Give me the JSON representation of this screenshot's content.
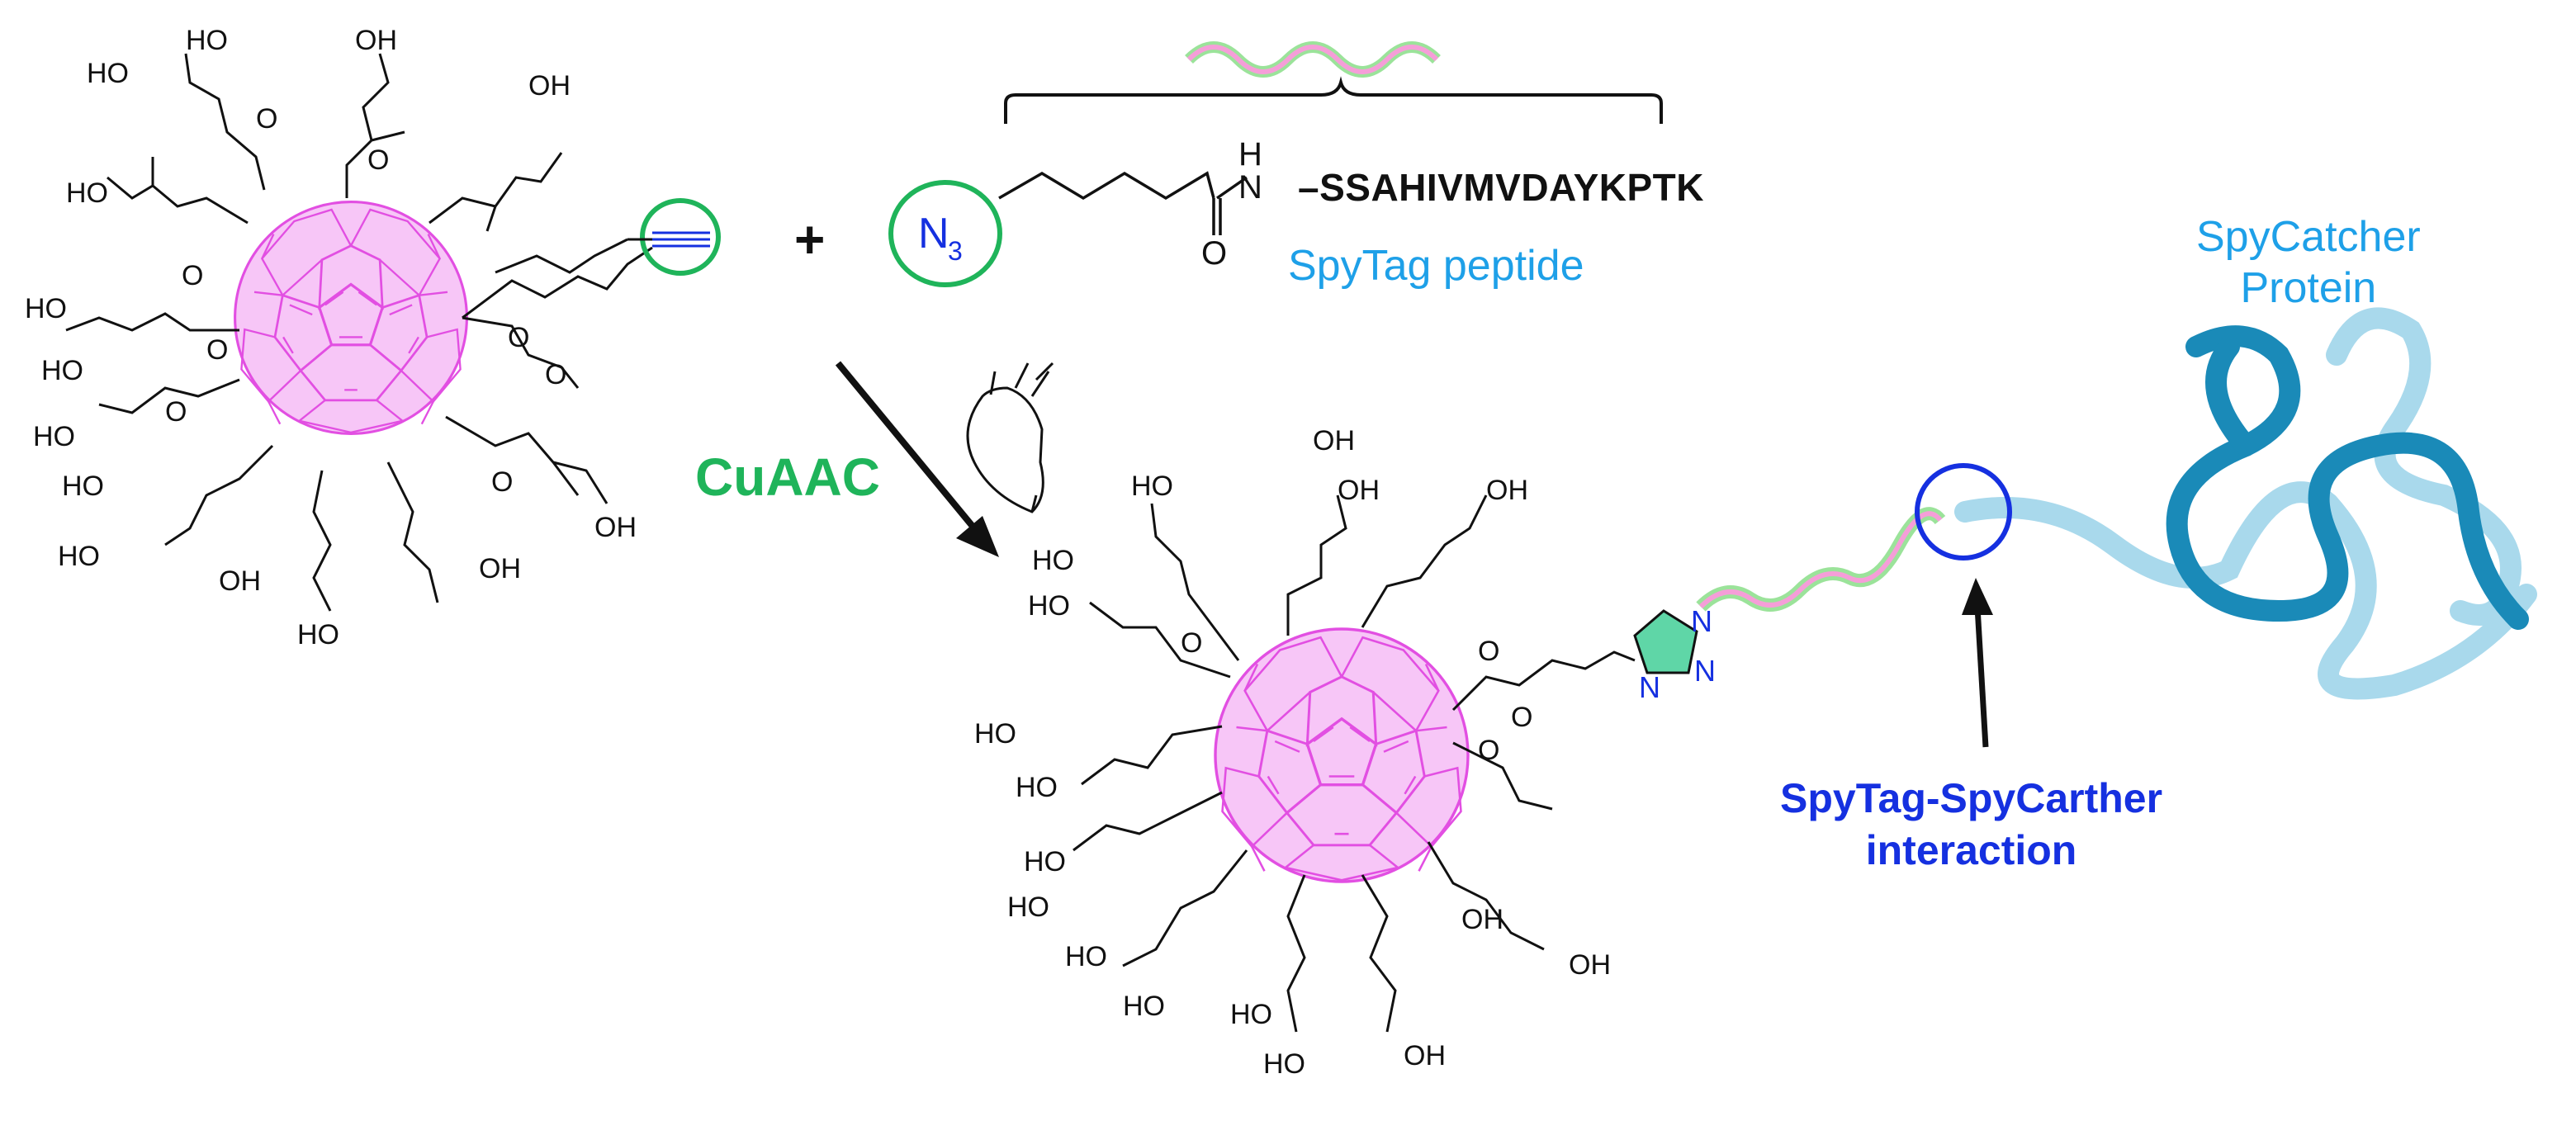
{
  "labels": {
    "plus": "+",
    "azide_N": "N",
    "azide_sub": "3",
    "amide_H": "H",
    "amide_N": "N",
    "amide_O": "O",
    "peptide_sequence": "–SSAHIVMVDAYKPTK",
    "spytag_label": "SpyTag peptide",
    "spycatcher_label_1": "SpyCatcher",
    "spycatcher_label_2": "Protein",
    "reaction_label": "CuAAC",
    "interaction_label_1": "SpyTag-SpyCarther",
    "interaction_label_2": "interaction",
    "triazole_N1": "N",
    "triazole_N2": "N",
    "triazole_N3": "N"
  },
  "molecule_atoms": {
    "hydroxyl": "OH",
    "hydroxyl_left": "HO",
    "carbonyl_oxygen": "O"
  },
  "colors": {
    "fullerene": "#e24fe2",
    "fullerene_fill": "#f7c6f7",
    "highlight_green": "#1fb45a",
    "azide_blue": "#1530e0",
    "peptide_pink": "#f59ed8",
    "peptide_green": "#9be39a",
    "protein_dark": "#1a8ab8",
    "protein_light": "#a9d9ec",
    "triazole_fill": "#5fd6a7",
    "label_blue": "#1ea0e8"
  }
}
